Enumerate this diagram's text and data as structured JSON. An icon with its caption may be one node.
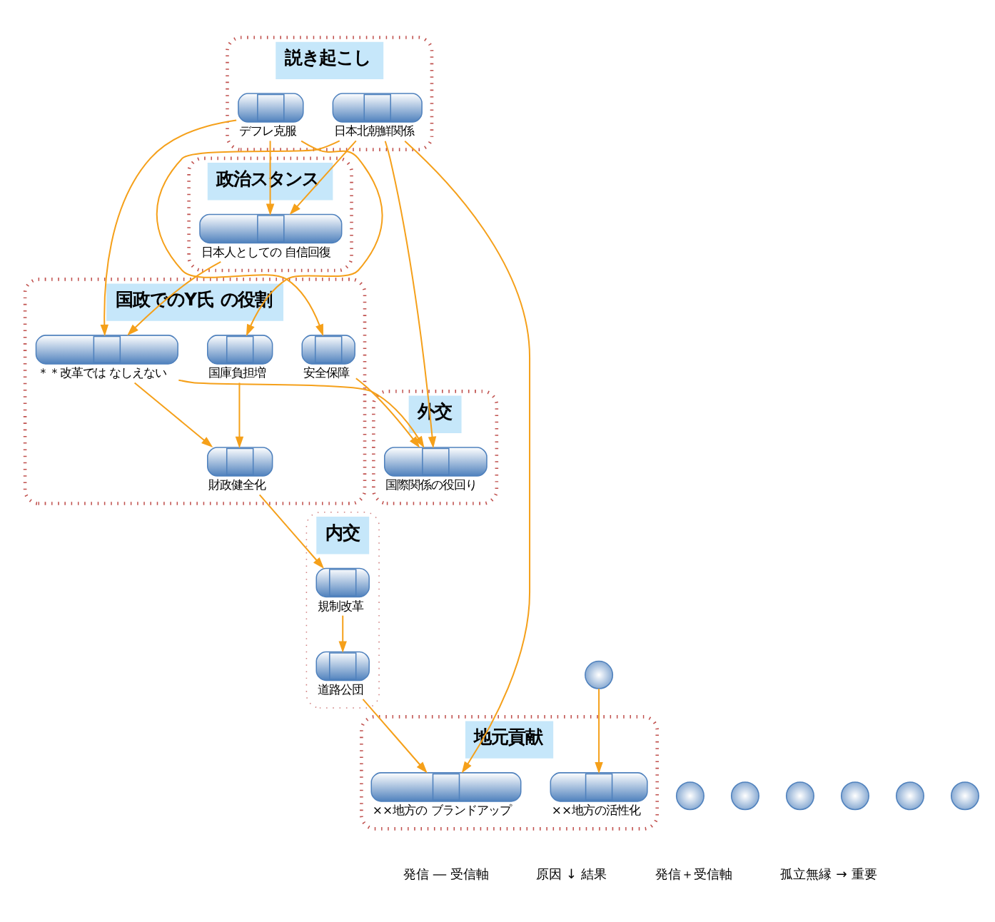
{
  "diagram": {
    "nodes": [
      {
        "text": [
          "説き起こし"
        ]
      },
      {
        "text": [
          "デフレ克服"
        ],
        "in": 0
      },
      {
        "text": [
          "日本北朝鮮関係"
        ],
        "in": 0
      },
      {
        "text": [
          "政治スタンス"
        ]
      },
      {
        "text": [
          "日本人としての 自信回復"
        ],
        "in": 3
      },
      {
        "text": [
          "国政でのY氏 の役割"
        ]
      },
      {
        "text": [
          "国庫負担増"
        ],
        "in": 5
      },
      {
        "text": [
          "＊＊改革では なしえない"
        ],
        "in": 5
      },
      {
        "text": [
          "安全保障"
        ],
        "in": 5
      },
      {
        "text": [
          "財政健全化"
        ],
        "in": 5
      },
      {
        "text": [
          "内交"
        ]
      },
      {
        "text": [
          "規制改革"
        ],
        "in": 10
      },
      {
        "text": [
          "道路公団"
        ],
        "in": 10
      },
      {
        "text": [],
        "shape": "circle"
      },
      {
        "text": [],
        "shape": "circle"
      },
      {
        "text": [],
        "shape": "circle"
      },
      {
        "text": [],
        "shape": "circle"
      },
      {
        "text": [],
        "shape": "circle"
      },
      {
        "text": [],
        "shape": "circle"
      },
      {
        "text": [],
        "shape": "circle"
      },
      {
        "text": [
          "地元貢献"
        ]
      },
      {
        "text": [
          "××地方の活性化"
        ],
        "in": 20
      },
      {
        "text": [
          "××地方の ブランドアップ"
        ],
        "in": 20
      },
      {
        "text": [
          "外交"
        ]
      },
      {
        "text": [
          "国際関係の役回り"
        ],
        "in": 23
      }
    ],
    "edges": [
      {
        "from": 1,
        "to": 4,
        "arrow": "to"
      },
      {
        "from": 1,
        "to": 6,
        "arrow": "to"
      },
      {
        "from": 1,
        "to": 7,
        "arrow": "to"
      },
      {
        "from": 2,
        "to": 4,
        "arrow": "to"
      },
      {
        "from": 2,
        "to": 8,
        "arrow": "to"
      },
      {
        "from": 2,
        "to": 22,
        "arrow": "to"
      },
      {
        "from": 2,
        "to": 24,
        "arrow": "to"
      },
      {
        "from": 4,
        "to": 7,
        "arrow": "to"
      },
      {
        "from": 6,
        "to": 9,
        "arrow": "to"
      },
      {
        "from": 7,
        "to": 9,
        "arrow": "to"
      },
      {
        "from": 7,
        "to": 24,
        "arrow": "to"
      },
      {
        "from": 8,
        "to": 24,
        "arrow": "to"
      },
      {
        "from": 9,
        "to": 11,
        "arrow": "to"
      },
      {
        "from": 11,
        "to": 12,
        "arrow": "to"
      },
      {
        "from": 12,
        "to": 22,
        "arrow": "to"
      },
      {
        "from": 15,
        "to": 21,
        "arrow": "to"
      }
    ],
    "labels": [
      "発信 ― 受信軸",
      "原因 ↓ 結果",
      "発信＋受信軸",
      "孤立無縁 → 重要"
    ]
  }
}
